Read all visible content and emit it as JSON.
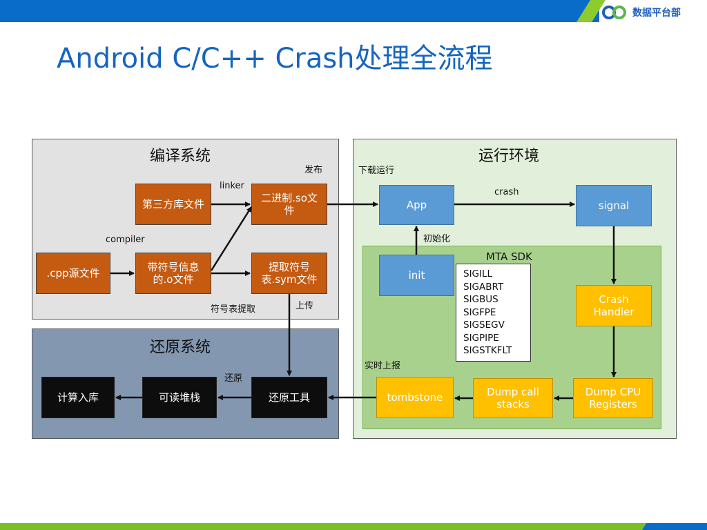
{
  "header": {
    "brand": "数据平台部",
    "title": "Android C/C++ Crash处理全流程"
  },
  "colors": {
    "header_blue": "#0a6cc9",
    "accent_green": "#8ccc2c",
    "title_blue": "#1565c0",
    "orange": "#c55a11",
    "blue_box": "#5b9bd5",
    "yellow": "#ffc000"
  },
  "compile_system": {
    "title": "编译系统",
    "third_party_lib": "第三方库文件",
    "binary_so": "二进制.so文件",
    "cpp_source": ".cpp源文件",
    "symbol_o": "带符号信息的.o文件",
    "extract_symbol": "提取符号表.sym文件",
    "linker_label": "linker",
    "compiler_label": "compiler",
    "publish_label": "发布",
    "symbol_extract_label": "符号表提取",
    "upload_label": "上传"
  },
  "restore_system": {
    "title": "还原系统",
    "compute": "计算入库",
    "readable_stack": "可读堆栈",
    "restore_tool": "还原工具",
    "restore_label": "还原"
  },
  "runtime": {
    "title": "运行环境",
    "download_run_label": "下载运行",
    "app": "App",
    "crash_label": "crash",
    "signal": "signal",
    "init_label": "初始化",
    "mta_sdk": "MTA SDK",
    "init": "init",
    "signals": [
      "SIGILL",
      "SIGABRT",
      "SIGBUS",
      "SIGFPE",
      "SIGSEGV",
      "SIGPIPE",
      "SIGSTKFLT"
    ],
    "crash_handler": "Crash Handler",
    "realtime_report_label": "实时上报",
    "tombstone": "tombstone",
    "dump_call_stacks": "Dump  call stacks",
    "dump_cpu_registers": "Dump CPU Registers"
  }
}
